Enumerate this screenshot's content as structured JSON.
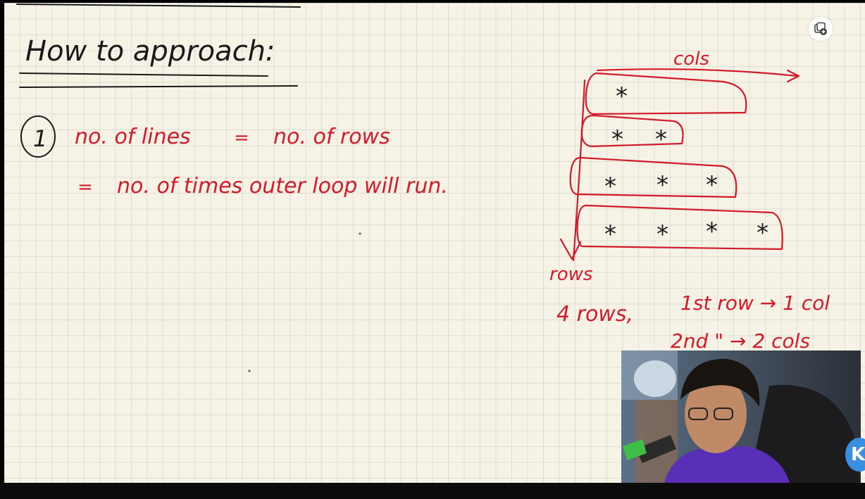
{
  "notes": {
    "heading": "How to approach:",
    "step_number": "1",
    "line1_left": "no. of lines",
    "line1_eq": "=",
    "line1_right": "no. of rows",
    "line2_eq": "=",
    "line2_text": "no. of times outer loop will run.",
    "diagram": {
      "cols_label": "cols",
      "rows_label": "rows",
      "star": "*",
      "row_star_counts": [
        1,
        2,
        3,
        4
      ],
      "summary": "4 rows,",
      "rule1": "1st row → 1 col",
      "rule2": "2nd  \"  → 2 cols"
    }
  },
  "overlay": {
    "add_icon": "add-to-queue-icon",
    "badge_letter": "K"
  },
  "colors": {
    "paper": "#f6f3e6",
    "ink_black": "#1a1a1a",
    "ink_red": "#d21a2a"
  }
}
